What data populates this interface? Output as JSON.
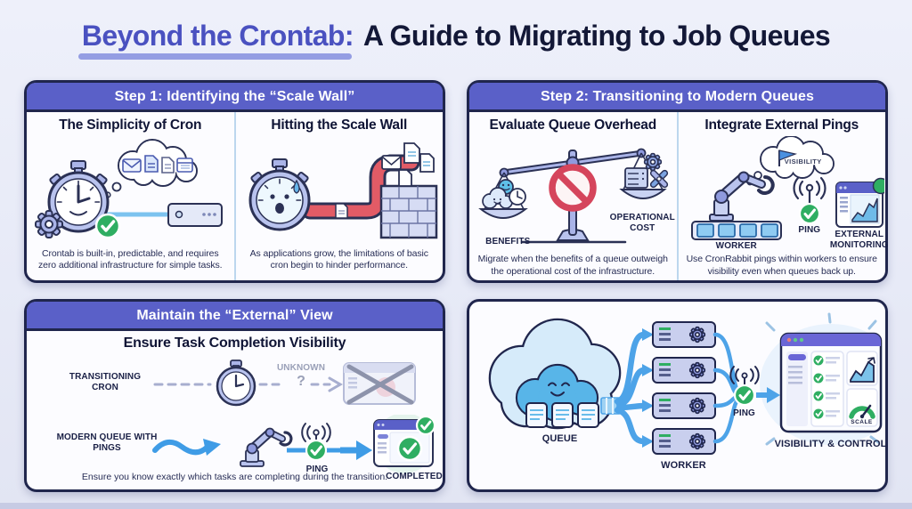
{
  "title": {
    "highlight": "Beyond the Crontab:",
    "rest": "A Guide to Migrating to Job Queues"
  },
  "colors": {
    "accent_purple": "#5a60c8",
    "title_purple": "#4a51c0",
    "ink_navy": "#20264d",
    "arrow_blue": "#3f9ce6",
    "success_green": "#2fae62",
    "alert_red": "#e25b66",
    "background": "#e7eaf7"
  },
  "step1": {
    "header": "Step 1: Identifying the “Scale Wall”",
    "left": {
      "title": "The Simplicity of Cron",
      "caption": "Crontab is built-in, predictable, and requires zero additional infrastructure for simple tasks."
    },
    "right": {
      "title": "Hitting the Scale Wall",
      "caption": "As applications grow, the limitations of basic cron begin to hinder performance."
    }
  },
  "step2": {
    "header": "Step 2: Transitioning to Modern Queues",
    "left": {
      "title": "Evaluate Queue Overhead",
      "benefits_label": "BENEFITS",
      "cost_label": "OPERATIONAL COST",
      "caption": "Migrate when the benefits of a queue outweigh the operational cost of the infrastructure."
    },
    "right": {
      "title": "Integrate External Pings",
      "visibility_label": "VISIBILITY",
      "worker_label": "WORKER",
      "ping_label": "PING",
      "monitoring_label": "EXTERNAL MONITORING",
      "caption": "Use CronRabbit pings within workers to ensure visibility even when queues back up."
    }
  },
  "external_view": {
    "header": "Maintain the “External” View",
    "title": "Ensure Task Completion Visibility",
    "row1_label": "TRANSITIONING CRON",
    "unknown_label": "UNKNOWN",
    "question_mark": "?",
    "row2_label": "MODERN QUEUE WITH PINGS",
    "ping_label": "PING",
    "completed_label": "COMPLETED",
    "caption": "Ensure you know exactly which tasks are completing during the transition."
  },
  "flow": {
    "queue_label": "QUEUE",
    "worker_label": "WORKER",
    "ping_label": "PING",
    "visibility_label": "VISIBILITY & CONTROL",
    "scale_label": "SCALE"
  }
}
